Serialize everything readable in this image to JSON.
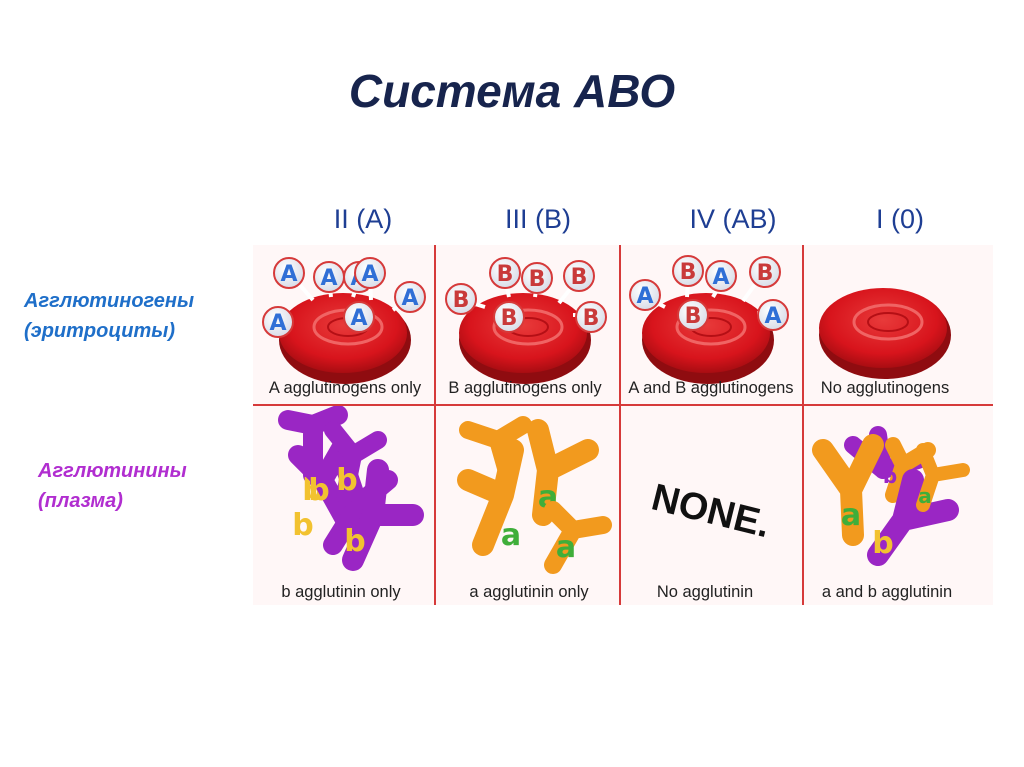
{
  "title": "Система АВО",
  "columns": [
    "II (A)",
    "III (B)",
    "IV (AB)",
    "I (0)"
  ],
  "rows": {
    "agglutinogens": {
      "line1": "Агглютиногены",
      "line2": "(эритроциты)"
    },
    "agglutinins": {
      "line1": "Агглютинины",
      "line2": "(плазма)"
    }
  },
  "captions_top": [
    "A agglutinogens only",
    "B agglutinogens only",
    "A and B agglutinogens",
    "No agglutinogens"
  ],
  "captions_bottom": [
    "b agglutinin only",
    "a agglutinin only",
    "No agglutinin",
    "a and b agglutinin"
  ],
  "none_text": "NONE.",
  "antigen_letters": {
    "a": "A",
    "b": "B"
  },
  "antibody_letters": {
    "a": "a",
    "b": "b"
  },
  "colors": {
    "title": "#17244d",
    "column_header": "#1e3e93",
    "row1_label": "#1f6fc9",
    "row2_label": "#b12ed0",
    "grid_line": "#d63a3a",
    "cell_bg": "#fff7f7",
    "rbc": "#d8141c",
    "antigen_a": "#2f6fd6",
    "antigen_b": "#c93a3a",
    "antibody_b": "#9a26c4",
    "antibody_a": "#f29a1e"
  }
}
